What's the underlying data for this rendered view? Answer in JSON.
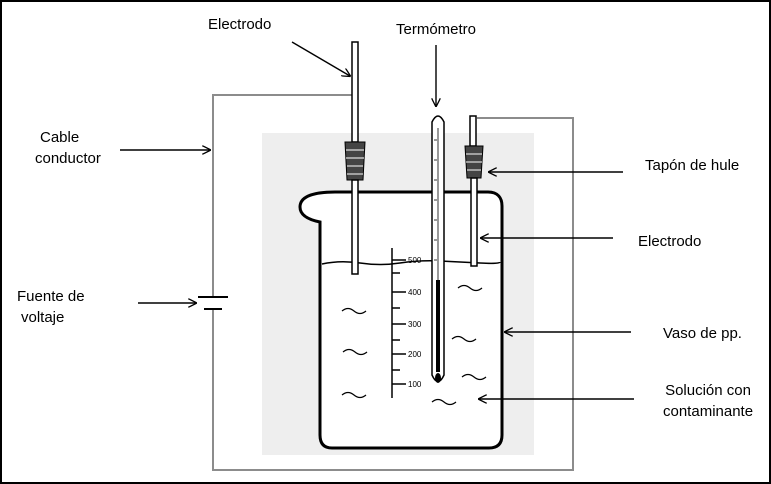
{
  "labels": {
    "electrodo_top": "Electrodo",
    "termometro": "Termómetro",
    "cable": [
      "Cable",
      "conductor"
    ],
    "tapon": "Tapón de hule",
    "electrodo_right": "Electrodo",
    "fuente": [
      "Fuente de",
      "voltaje"
    ],
    "vaso": "Vaso de pp.",
    "solucion": [
      "Solución con",
      "contaminante"
    ]
  },
  "scale_marks": [
    "500",
    "400",
    "300",
    "200",
    "100"
  ],
  "colors": {
    "ink": "#000000",
    "wire": "#8c8c8c",
    "panel": "#eeeeee",
    "stopper": "#444444"
  }
}
